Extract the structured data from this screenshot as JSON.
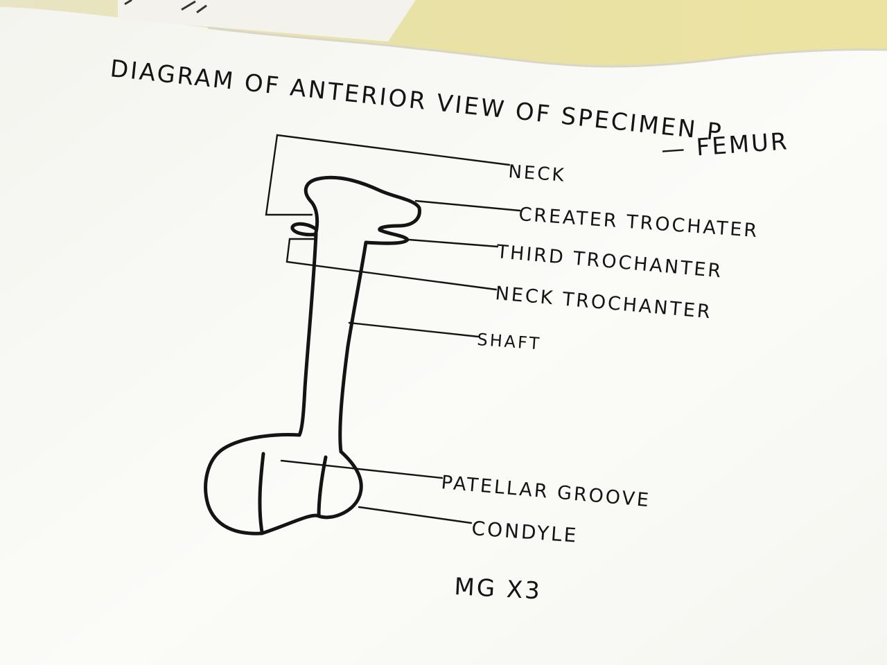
{
  "title_line1": "DIAGRAM OF ANTERIOR VIEW OF SPECIMEN P",
  "title_line2": "— FEMUR",
  "labels": {
    "neck": "NECK",
    "greater_trochanter": "CREATER TROCHATER",
    "third_trochanter": "THIRD TROCHANTER",
    "neck_trochanter": "NECK TROCHANTER",
    "shaft": "SHAFT",
    "patellar_groove": "PATELLAR GROOVE",
    "condyle": "CONDYLE"
  },
  "magnification": "MG X3",
  "colors": {
    "paper": "#f7f7f2",
    "ink": "#141414",
    "background_yellow": "#e6dc8e"
  }
}
